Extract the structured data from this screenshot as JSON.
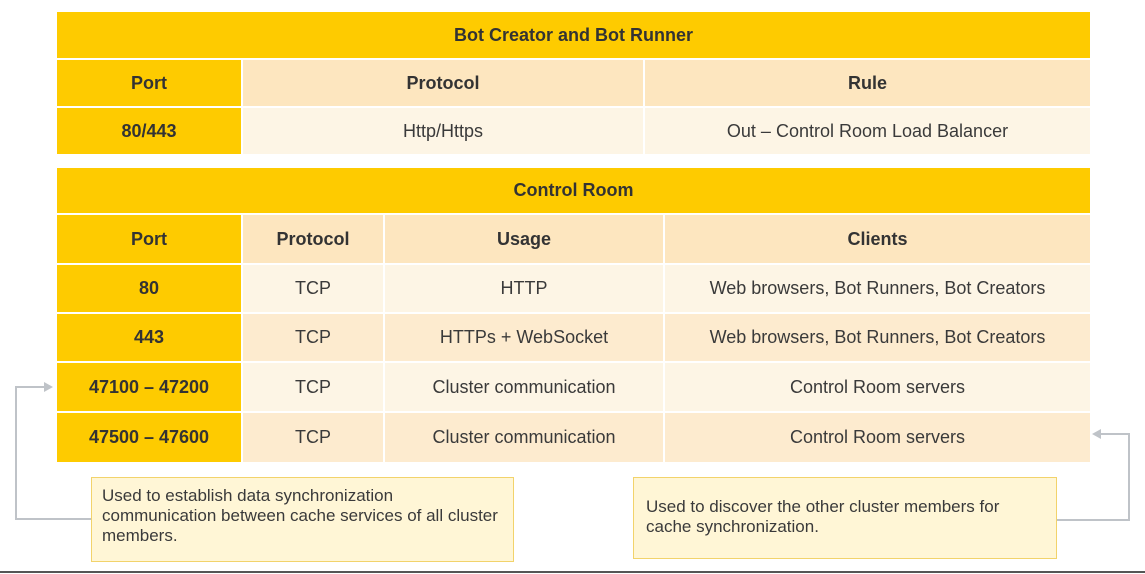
{
  "bot_table": {
    "title": "Bot Creator and Bot Runner",
    "headers": [
      "Port",
      "Protocol",
      "Rule"
    ],
    "rows": [
      [
        "80/443",
        "Http/Https",
        "Out – Control Room Load Balancer"
      ]
    ]
  },
  "control_room_table": {
    "title": "Control Room",
    "headers": [
      "Port",
      "Protocol",
      "Usage",
      "Clients"
    ],
    "rows": [
      [
        "80",
        "TCP",
        "HTTP",
        "Web browsers, Bot Runners, Bot Creators"
      ],
      [
        "443",
        "TCP",
        "HTTPs + WebSocket",
        "Web browsers, Bot Runners, Bot Creators"
      ],
      [
        "47100 – 47200",
        "TCP",
        "Cluster communication",
        "Control Room servers"
      ],
      [
        "47500 – 47600",
        "TCP",
        "Cluster communication",
        "Control Room servers"
      ]
    ]
  },
  "notes": {
    "left": "Used to establish data synchronization communication between cache services of all cluster members.",
    "right": "Used to discover the other cluster members for cache synchronization."
  },
  "colors": {
    "accent": "#fecb00",
    "header_band": "#fde6bf",
    "row_light": "#fdf5e5",
    "row_dark": "#fdebcf",
    "note_bg": "#fff6d6",
    "connector": "#bfc3c8"
  }
}
